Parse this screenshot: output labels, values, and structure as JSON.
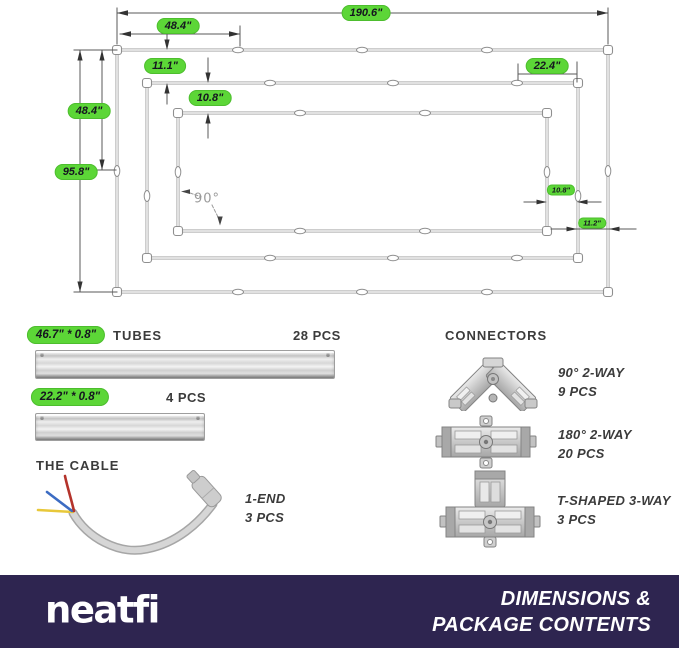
{
  "diagram": {
    "labels": {
      "overall_width": "190.6\"",
      "outer_top_segment": "48.4\"",
      "gap_outer_middle": "11.1\"",
      "gap_middle_inner": "10.8\"",
      "middle_top_segment": "22.4\"",
      "half_height": "48.4\"",
      "overall_height": "95.8\"",
      "gap_inner_middle_right": "10.8\"",
      "gap_middle_outer_right": "11.2\"",
      "corner_angle": "90°"
    }
  },
  "parts": {
    "tubes": {
      "heading": "TUBES",
      "long": {
        "size": "46.7\" * 0.8\"",
        "count": "28 PCS"
      },
      "short": {
        "size": "22.2\" * 0.8\"",
        "count": "4 PCS"
      }
    },
    "cable": {
      "heading": "THE CABLE",
      "type": "1-END",
      "count": "3 PCS"
    },
    "connectors": {
      "heading": "CONNECTORS",
      "items": [
        {
          "type": "90° 2-WAY",
          "count": "9 PCS"
        },
        {
          "type": "180° 2-WAY",
          "count": "20 PCS"
        },
        {
          "type": "T-SHAPED 3-WAY",
          "count": "3 PCS"
        }
      ]
    }
  },
  "footer": {
    "brand": "neatfi",
    "line1": "DIMENSIONS &",
    "line2": "PACKAGE CONTENTS"
  },
  "colors": {
    "accent_green": "#5cd637",
    "footer_bg": "#2e2550",
    "drawing_line": "#9b9b9b"
  }
}
